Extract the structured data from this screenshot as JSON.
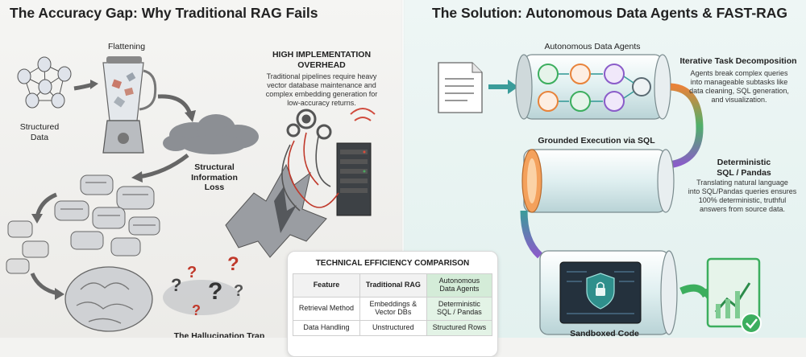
{
  "left": {
    "title": "The Accuracy Gap: Why Traditional RAG Fails",
    "flattening": "Flattening",
    "structured_data": "Structured\nData",
    "structural_loss": "Structural\nInformation\nLoss",
    "high_impl_title": "HIGH IMPLEMENTATION\nOVERHEAD",
    "high_impl_desc": "Traditional pipelines require heavy\nvector database maintenance and\ncomplex embedding generation for\nlow-accuracy returns.",
    "hallucination": "The Hallucination Trap"
  },
  "right": {
    "title": "The Solution: Autonomous Data Agents & FAST-RAG",
    "agents_label": "Autonomous Data Agents",
    "iterative_title": "Iterative Task Decomposition",
    "iterative_desc": "Agents break complex queries\ninto manageable subtasks like\ndata cleaning, SQL generation,\nand visualization.",
    "grounded_label": "Grounded Execution via SQL",
    "deterministic_title": "Deterministic\nSQL / Pandas",
    "deterministic_desc": "Translating natural language\ninto SQL/Pandas queries ensures\n100% deterministic, truthful\nanswers from source data.",
    "sandboxed_label": "Sandboxed Code"
  },
  "table": {
    "title": "TECHNICAL EFFICIENCY COMPARISON",
    "headers": [
      "Feature",
      "Traditional RAG",
      "Autonomous\nData Agents"
    ],
    "rows": [
      [
        "Retrieval Method",
        "Embeddings &\nVector DBs",
        "Deterministic\nSQL / Pandas"
      ],
      [
        "Data Handling",
        "Unstructured",
        "Structured Rows"
      ]
    ]
  },
  "colors": {
    "accent_green": "#3cae5e",
    "accent_orange": "#e8833a",
    "accent_purple": "#8a5cc9",
    "accent_teal": "#3a9c9a"
  }
}
